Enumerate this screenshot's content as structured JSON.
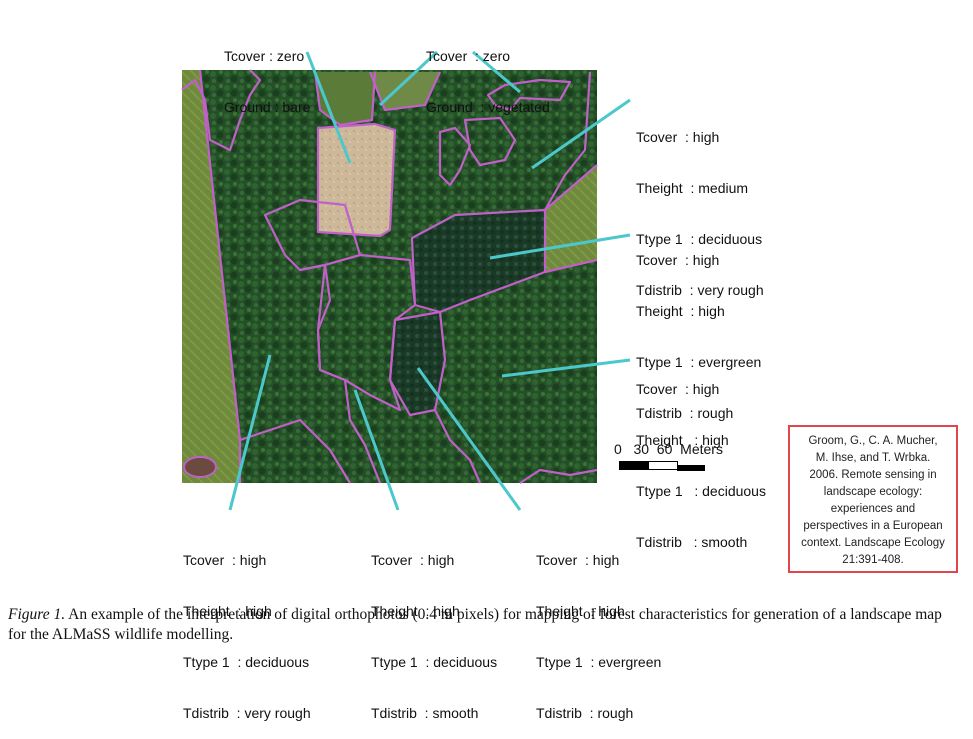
{
  "labels": {
    "bare_ground": [
      "Tcover : zero",
      "Ground : bare"
    ],
    "vegetated_ground": [
      "Tcover  : zero",
      "Ground  : vegetated"
    ],
    "deciduous_medium": [
      "Tcover  : high",
      "Theight  : medium",
      "Ttype 1  : deciduous",
      "Tdistrib  : very rough"
    ],
    "evergreen_rough_right": [
      "Tcover  : high",
      "Theight  : high",
      "Ttype 1  : evergreen",
      "Tdistrib  : rough"
    ],
    "deciduous_smooth_right": [
      "Tcover  : high",
      "Theight   : high",
      "Ttype 1   : deciduous",
      "Tdistrib   : smooth"
    ],
    "bottom_left": [
      "Tcover  : high",
      "Theight  : high",
      "Ttype 1  : deciduous",
      "Tdistrib  : very rough"
    ],
    "bottom_middle": [
      "Tcover  : high",
      "Theight  : high",
      "Ttype 1  : deciduous",
      "Tdistrib  : smooth"
    ],
    "bottom_right": [
      "Tcover  : high",
      "Theight  : high",
      "Ttype 1  : evergreen",
      "Tdistrib  : rough"
    ]
  },
  "scale_bar": {
    "ticks_text": "0   30  60  Meters"
  },
  "citation": [
    "Groom, G., C. A. Mucher,",
    "M. Ihse, and T. Wrbka.",
    "2006. Remote sensing in",
    "landscape ecology:",
    "experiences and",
    "perspectives in a European",
    "context. Landscape Ecology",
    "21:391-408."
  ],
  "caption": {
    "figure_label": "Figure 1.",
    "text": "  An example of the interpretation of digital orthophotos (0.4 m pixels) for mapping of forest characteristics for generation of a landscape map for the ALMaSS wildlife modelling."
  },
  "colors": {
    "boundary": "#c060c8",
    "leader": "#4cc8cc",
    "forest": "#1f4a22",
    "bare": "#cdb89a",
    "citation_border": "#e0464a"
  }
}
